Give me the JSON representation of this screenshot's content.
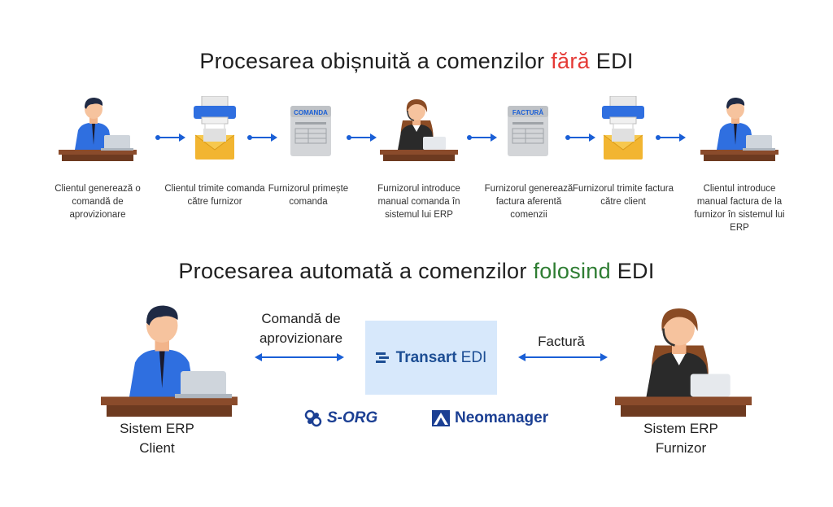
{
  "title_top": {
    "part1": "Procesarea obișnuită a comenzilor ",
    "highlight": "fără",
    "part2": " EDI"
  },
  "title_bottom": {
    "part1": "Procesarea automată a comenzilor ",
    "highlight": "folosind",
    "part2": " EDI"
  },
  "steps": [
    {
      "icon": "man-at-desk-icon",
      "caption": "Clientul generează o comandă de aprovizionare"
    },
    {
      "icon": "printer-envelope-icon",
      "caption": "Clientul trimite comanda către furnizor"
    },
    {
      "icon": "document-icon",
      "doc_label": "COMANDA",
      "caption": "Furnizorul primește comanda"
    },
    {
      "icon": "woman-at-desk-icon",
      "caption": "Furnizorul introduce manual comanda în sistemul lui ERP"
    },
    {
      "icon": "document-icon",
      "doc_label": "FACTURĂ",
      "caption": "Furnizorul generează factura aferentă comenzii"
    },
    {
      "icon": "printer-envelope-icon",
      "caption": "Furnizorul trimite factura către client"
    },
    {
      "icon": "man-at-desk-icon",
      "caption": "Clientul introduce manual factura de la furnizor în sistemul lui ERP"
    }
  ],
  "bottom": {
    "left_caption_line1": "Sistem ERP",
    "left_caption_line2": "Client",
    "right_caption_line1": "Sistem ERP",
    "right_caption_line2": "Furnizor",
    "left_arrow_label_line1": "Comandă de",
    "left_arrow_label_line2": "aprovizionare",
    "right_arrow_label": "Factură",
    "edi_brand_bold": "Transart",
    "edi_brand_regular": "EDI",
    "logo1": "S-ORG",
    "logo2": "Neomanager"
  },
  "colors": {
    "arrow": "#1a5fd6",
    "shirt": "#2f6fe0",
    "desk": "#8a4b2b",
    "edi_box": "#d7e8fb",
    "red": "#e53935",
    "green": "#2e7d32"
  }
}
